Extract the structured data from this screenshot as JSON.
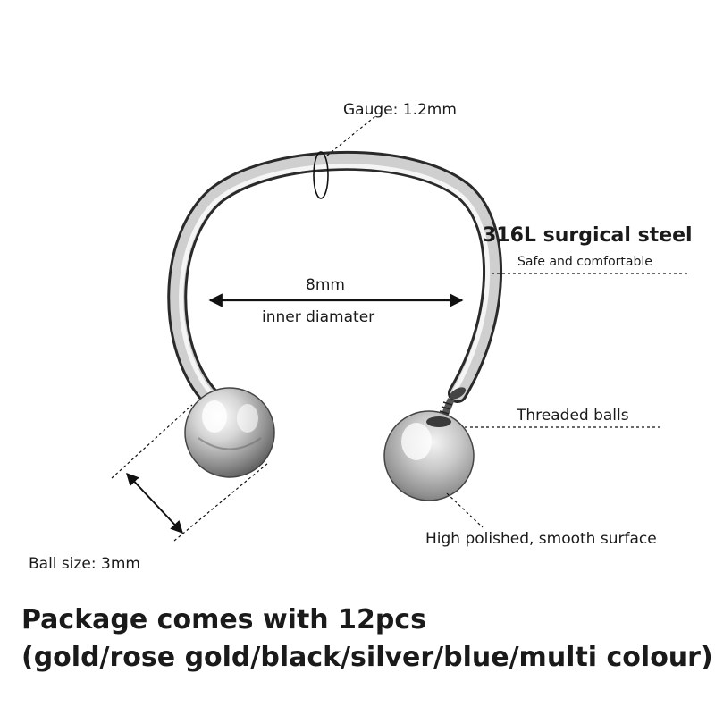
{
  "labels": {
    "gauge": "Gauge: 1.2mm",
    "material": "316L surgical steel",
    "material_note": "Safe and comfortable",
    "diameter_value": "8mm",
    "diameter_label": "inner diamater",
    "threaded": "Threaded balls",
    "surface": "High polished, smooth surface",
    "ball_size": "Ball size: 3mm"
  },
  "package": {
    "line1": "Package comes with 12pcs",
    "line2": "(gold/rose gold/black/silver/blue/multi colour)"
  }
}
